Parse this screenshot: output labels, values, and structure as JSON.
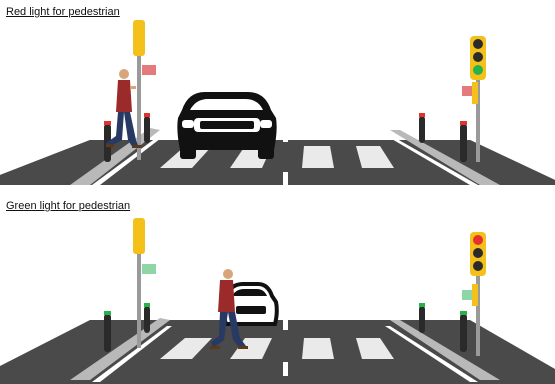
{
  "panels": [
    {
      "caption": "Red light for pedestrian",
      "pedestrian_signal": "red",
      "vehicle_signal": "green"
    },
    {
      "caption": "Green light for pedestrian",
      "pedestrian_signal": "green",
      "vehicle_signal": "red"
    }
  ],
  "colors": {
    "road": "#4a4a4a",
    "pole": "#9a9a9a",
    "signal_housing": "#f3c11a",
    "light_red": "#e53030",
    "light_green": "#27b34b",
    "light_off": "#2b2b2b",
    "pedestrian_shirt": "#9b2a2a",
    "pedestrian_pants": "#283a63",
    "car_body": "#111111"
  }
}
